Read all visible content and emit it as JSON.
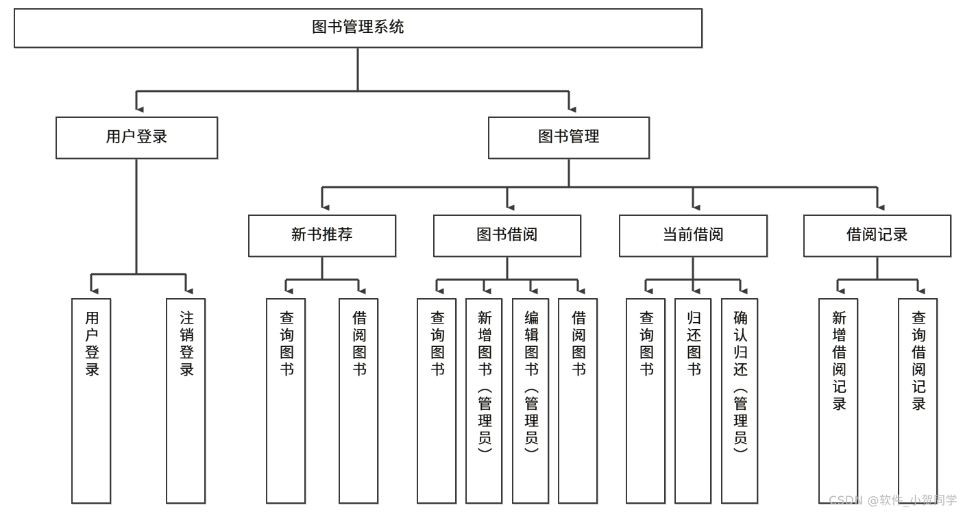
{
  "diagram": {
    "type": "tree",
    "title": "图书管理系统",
    "root": {
      "label": "图书管理系统"
    },
    "level2": [
      {
        "label": "用户登录"
      },
      {
        "label": "图书管理"
      }
    ],
    "level3": [
      {
        "label": "新书推荐"
      },
      {
        "label": "图书借阅"
      },
      {
        "label": "当前借阅"
      },
      {
        "label": "借阅记录"
      }
    ],
    "leaves": {
      "user_login": [
        {
          "label": "用户登录"
        },
        {
          "label": "注销登录"
        }
      ],
      "new_book_recommend": [
        {
          "label": "查询图书"
        },
        {
          "label": "借阅图书"
        }
      ],
      "book_borrow": [
        {
          "label": "查询图书"
        },
        {
          "label": "新增图书（管理员）"
        },
        {
          "label": "编辑图书（管理员）"
        },
        {
          "label": "借阅图书"
        }
      ],
      "current_borrow": [
        {
          "label": "查询图书"
        },
        {
          "label": "归还图书"
        },
        {
          "label": "确认归还（管理员）"
        }
      ],
      "borrow_record": [
        {
          "label": "新增借阅记录"
        },
        {
          "label": "查询借阅记录"
        }
      ]
    }
  },
  "watermark": {
    "text": "CSDN @软件_小贺同学"
  },
  "colors": {
    "border": "#3a3a3a",
    "background": "#ffffff",
    "text": "#111111",
    "watermark": "#b9b9b9"
  }
}
